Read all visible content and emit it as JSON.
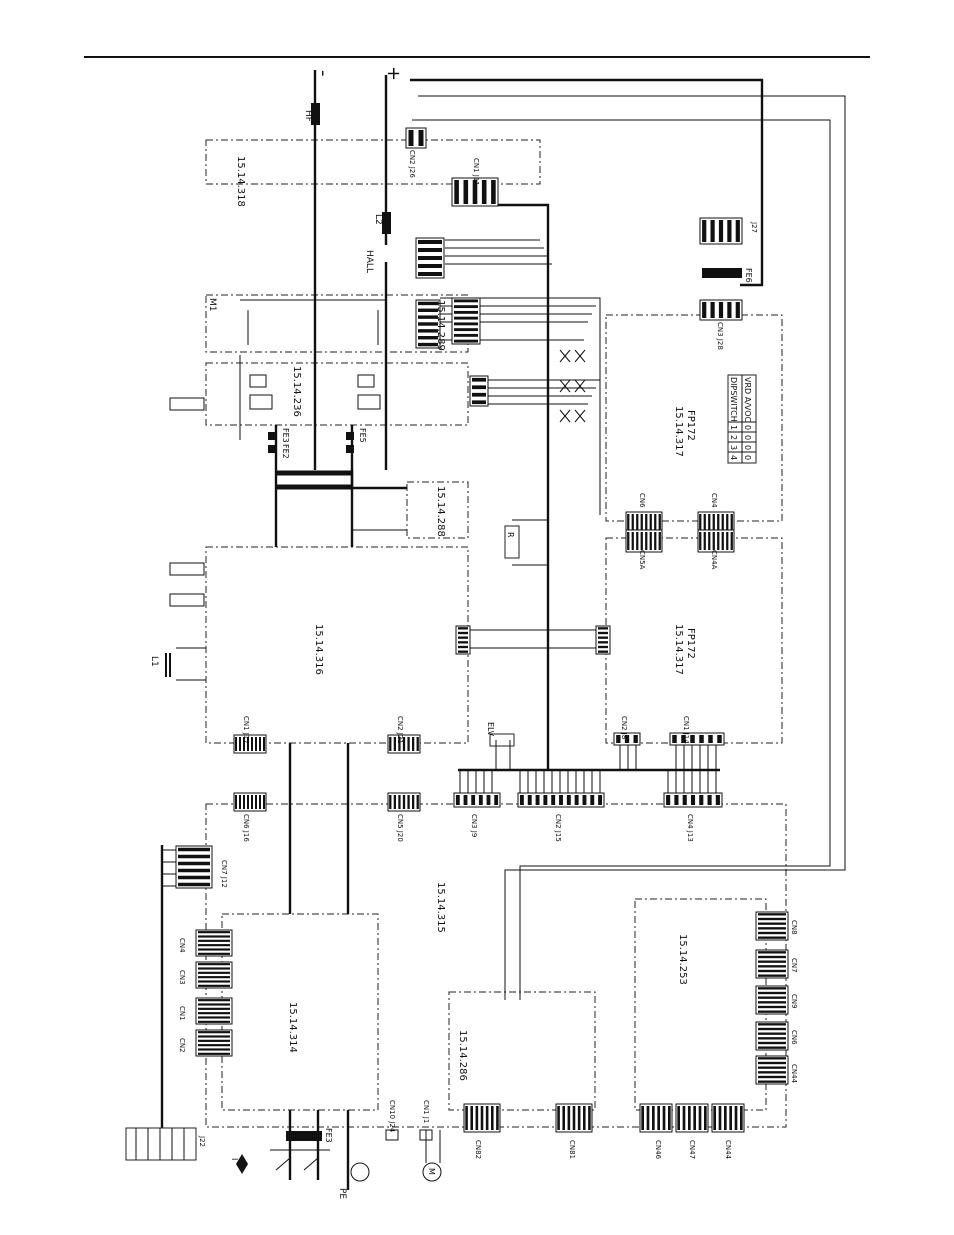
{
  "diagram": {
    "terminals": {
      "neg": "-",
      "pos": "+"
    },
    "wire_labels": {
      "hf": "HF",
      "l2": "L2",
      "hall": "HALL",
      "m1": "M1",
      "l1": "L1",
      "elv": "ELV",
      "r": "R",
      "fe2": "FE2",
      "fe3": "FE3",
      "fe5": "FE5",
      "fe6": "FE6",
      "fe_main": "FE3"
    },
    "boards": {
      "b318": "15.14.318",
      "b289": "15.14.289",
      "b236": "15.14.236",
      "b288": "15.14.288",
      "b316": "15.14.316",
      "b317a": "15.14.317",
      "b317a_sub": "FP172",
      "b317b": "15.14.317",
      "b317b_sub": "FP172",
      "b315": "15.14.315",
      "b314": "15.14.314",
      "b286": "15.14.286",
      "b253": "15.14.253"
    },
    "dipswitch": {
      "header": [
        "DIPSWITCH",
        "1",
        "2",
        "3",
        "4"
      ],
      "row": [
        "VRD A/VOC",
        "0",
        "0",
        "0",
        "0"
      ]
    },
    "connectors": {
      "cn1_j11": "CN1 J11",
      "cn2_j26": "CN2 J26",
      "cn3_j28": "CN3 J28",
      "cn6": "CN6",
      "cn4": "CN4",
      "cn5a": "CN5A",
      "cn4a": "CN4A",
      "cn1_j17": "CN1 J17",
      "cn2_j21": "CN2 J21",
      "cn6_j16": "CN6 J16",
      "cn5_j20": "CN5 J20",
      "cn3_j9": "CN3 J9",
      "cn2_j15": "CN2 J15",
      "cn4_j13": "CN4 J13",
      "cn2_j8": "CN2 J8",
      "cn1_j14": "CN1 J14",
      "cn7_j12": "CN7 J12",
      "j22": "J22",
      "j27": "J27",
      "cn3": "CN3",
      "cn1": "CN1",
      "cn2": "CN2",
      "cn8": "CN8",
      "cn7": "CN7",
      "cn9": "CN9",
      "cn44": "CN44",
      "cn10": "CN10 J24",
      "cn1_j1": "CN1 J1",
      "cn82": "CN82",
      "cn81": "CN81",
      "cn46": "CN46",
      "cn47": "CN47",
      "cn4b": "CN44"
    },
    "ground": "PE",
    "motor": "M",
    "switch": "I"
  },
  "colors": {
    "ink": "#111111",
    "paper": "#ffffff"
  }
}
